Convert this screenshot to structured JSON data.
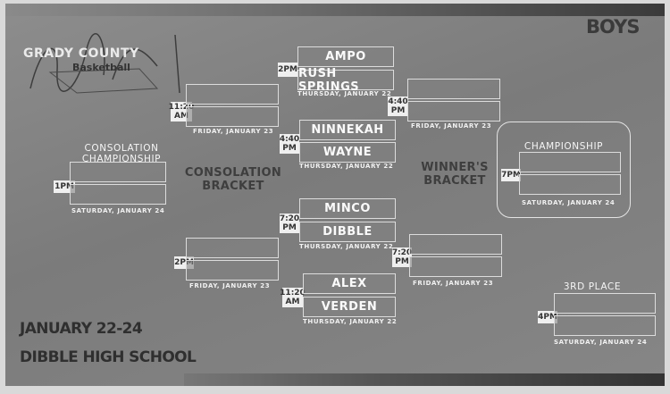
{
  "header": {
    "division": "BOYS"
  },
  "logo": {
    "line1": "GRADY COUNTY",
    "line2": "Basketball"
  },
  "bracket_titles": {
    "consolation": "CONSOLATION BRACKET",
    "winners": "WINNER'S BRACKET"
  },
  "round1": [
    {
      "time": "2PM",
      "team_a": "AMPO",
      "team_b": "RUSH SPRINGS",
      "date": "THURSDAY, JANUARY 22"
    },
    {
      "time": "4:40 PM",
      "team_a": "NINNEKAH",
      "team_b": "WAYNE",
      "date": "THURSDAY, JANUARY 22"
    },
    {
      "time": "7:20 PM",
      "team_a": "MINCO",
      "team_b": "DIBBLE",
      "date": "THURSDAY, JANUARY 22"
    },
    {
      "time": "11:20 AM",
      "team_a": "ALEX",
      "team_b": "VERDEN",
      "date": "THURSDAY, JANUARY 22"
    }
  ],
  "consolation": {
    "semi_top": {
      "time": "11:20 AM",
      "date": "FRIDAY, JANUARY 23"
    },
    "semi_bottom": {
      "time": "2PM",
      "date": "FRIDAY, JANUARY 23"
    },
    "final": {
      "label": "CONSOLATION CHAMPIONSHIP",
      "time": "1PM",
      "date": "SATURDAY, JANUARY 24"
    }
  },
  "winners": {
    "semi_top": {
      "time": "4:40 PM",
      "date": "FRIDAY, JANUARY 23"
    },
    "semi_bottom": {
      "time": "7:20 PM",
      "date": "FRIDAY, JANUARY 23"
    }
  },
  "championship": {
    "label": "CHAMPIONSHIP",
    "time": "7PM",
    "date": "SATURDAY, JANUARY 24"
  },
  "third_place": {
    "label": "3RD PLACE",
    "time": "4PM",
    "date": "SATURDAY, JANUARY 24"
  },
  "event": {
    "dates": "JANUARY 22-24",
    "venue": "DIBBLE HIGH SCHOOL"
  }
}
